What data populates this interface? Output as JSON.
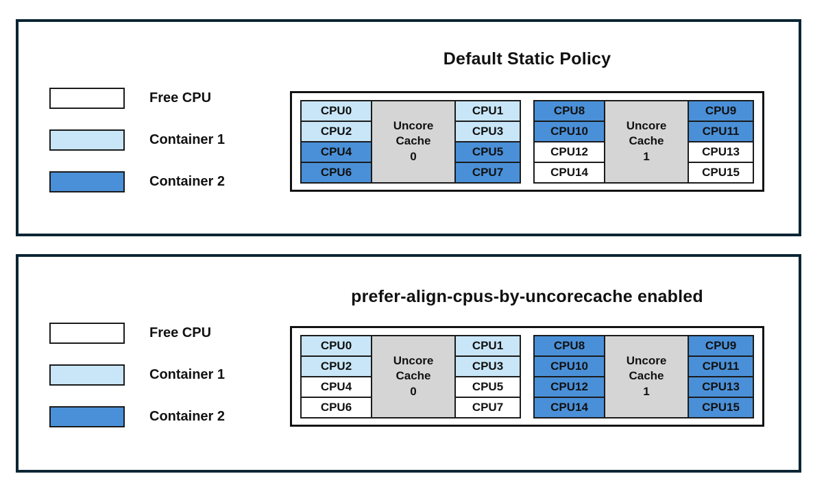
{
  "colors": {
    "panel_border": "#0a2533",
    "diagram_border": "#111111",
    "cell_border": "#1a1a1a",
    "text": "#111111",
    "free": "#ffffff",
    "container1": "#c8e6f7",
    "container2": "#4a90d8",
    "cache_fill": "#d5d5d5"
  },
  "legend": {
    "items": [
      {
        "label": "Free CPU",
        "state": "free"
      },
      {
        "label": "Container 1",
        "state": "container1"
      },
      {
        "label": "Container 2",
        "state": "container2"
      }
    ]
  },
  "panels": [
    {
      "title": "Default Static Policy",
      "groups": [
        {
          "cache_label": "Uncore Cache",
          "cache_id": "0",
          "left_cpus": [
            {
              "label": "CPU0",
              "state": "container1"
            },
            {
              "label": "CPU2",
              "state": "container1"
            },
            {
              "label": "CPU4",
              "state": "container2"
            },
            {
              "label": "CPU6",
              "state": "container2"
            }
          ],
          "right_cpus": [
            {
              "label": "CPU1",
              "state": "container1"
            },
            {
              "label": "CPU3",
              "state": "container1"
            },
            {
              "label": "CPU5",
              "state": "container2"
            },
            {
              "label": "CPU7",
              "state": "container2"
            }
          ]
        },
        {
          "cache_label": "Uncore Cache",
          "cache_id": "1",
          "left_cpus": [
            {
              "label": "CPU8",
              "state": "container2"
            },
            {
              "label": "CPU10",
              "state": "container2"
            },
            {
              "label": "CPU12",
              "state": "free"
            },
            {
              "label": "CPU14",
              "state": "free"
            }
          ],
          "right_cpus": [
            {
              "label": "CPU9",
              "state": "container2"
            },
            {
              "label": "CPU11",
              "state": "container2"
            },
            {
              "label": "CPU13",
              "state": "free"
            },
            {
              "label": "CPU15",
              "state": "free"
            }
          ]
        }
      ]
    },
    {
      "title": "prefer-align-cpus-by-uncorecache enabled",
      "groups": [
        {
          "cache_label": "Uncore Cache",
          "cache_id": "0",
          "left_cpus": [
            {
              "label": "CPU0",
              "state": "container1"
            },
            {
              "label": "CPU2",
              "state": "container1"
            },
            {
              "label": "CPU4",
              "state": "free"
            },
            {
              "label": "CPU6",
              "state": "free"
            }
          ],
          "right_cpus": [
            {
              "label": "CPU1",
              "state": "container1"
            },
            {
              "label": "CPU3",
              "state": "container1"
            },
            {
              "label": "CPU5",
              "state": "free"
            },
            {
              "label": "CPU7",
              "state": "free"
            }
          ]
        },
        {
          "cache_label": "Uncore Cache",
          "cache_id": "1",
          "left_cpus": [
            {
              "label": "CPU8",
              "state": "container2"
            },
            {
              "label": "CPU10",
              "state": "container2"
            },
            {
              "label": "CPU12",
              "state": "container2"
            },
            {
              "label": "CPU14",
              "state": "container2"
            }
          ],
          "right_cpus": [
            {
              "label": "CPU9",
              "state": "container2"
            },
            {
              "label": "CPU11",
              "state": "container2"
            },
            {
              "label": "CPU13",
              "state": "container2"
            },
            {
              "label": "CPU15",
              "state": "container2"
            }
          ]
        }
      ]
    }
  ]
}
